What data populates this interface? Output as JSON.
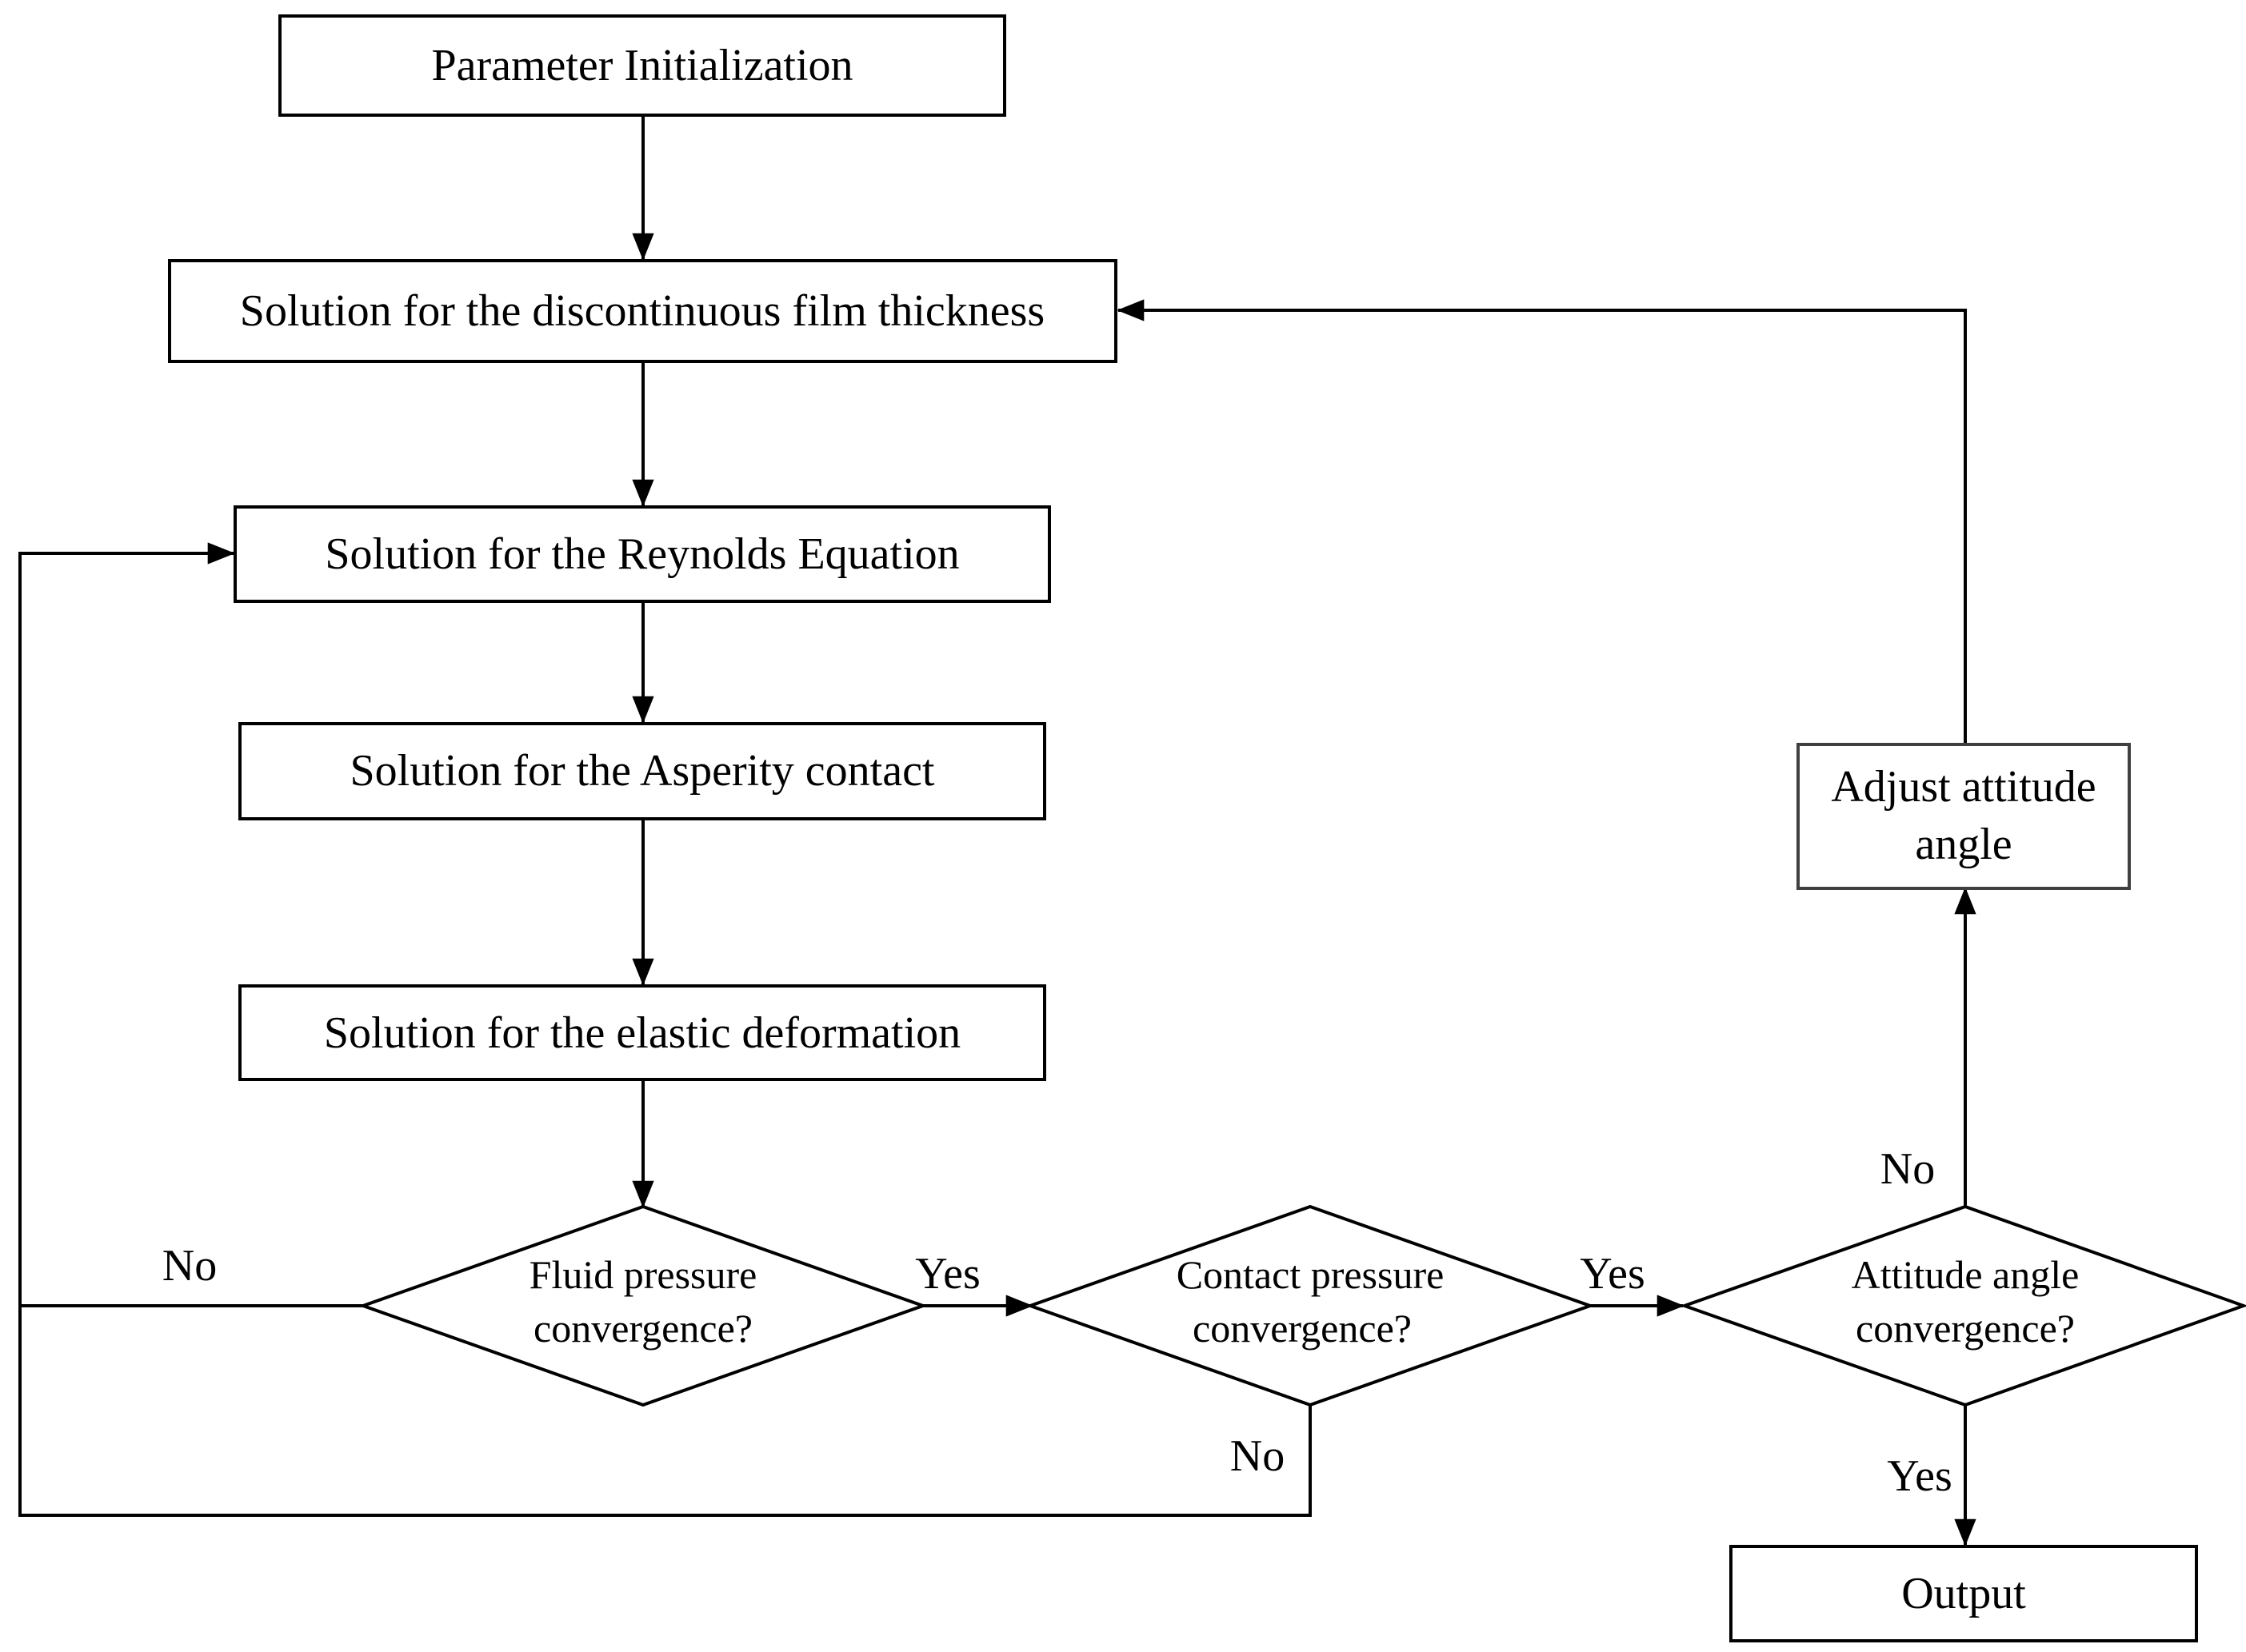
{
  "nodes": {
    "init": "Parameter Initialization",
    "film": "Solution for the discontinuous film thickness",
    "reynolds": "Solution for the Reynolds Equation",
    "asperity": "Solution for the Asperity contact",
    "elastic": "Solution for the elastic deformation",
    "fluid_line1": "Fluid pressure",
    "fluid_line2": "convergence?",
    "contact_line1": "Contact pressure",
    "contact_line2": "convergence?",
    "attitude_line1": "Attitude angle",
    "attitude_line2": "convergence?",
    "adjust_line1": "Adjust attitude",
    "adjust_line2": "angle",
    "output": "Output"
  },
  "edges": {
    "fluid_no": "No",
    "fluid_yes": "Yes",
    "contact_no": "No",
    "contact_yes": "Yes",
    "attitude_no": "No",
    "attitude_yes": "Yes"
  }
}
